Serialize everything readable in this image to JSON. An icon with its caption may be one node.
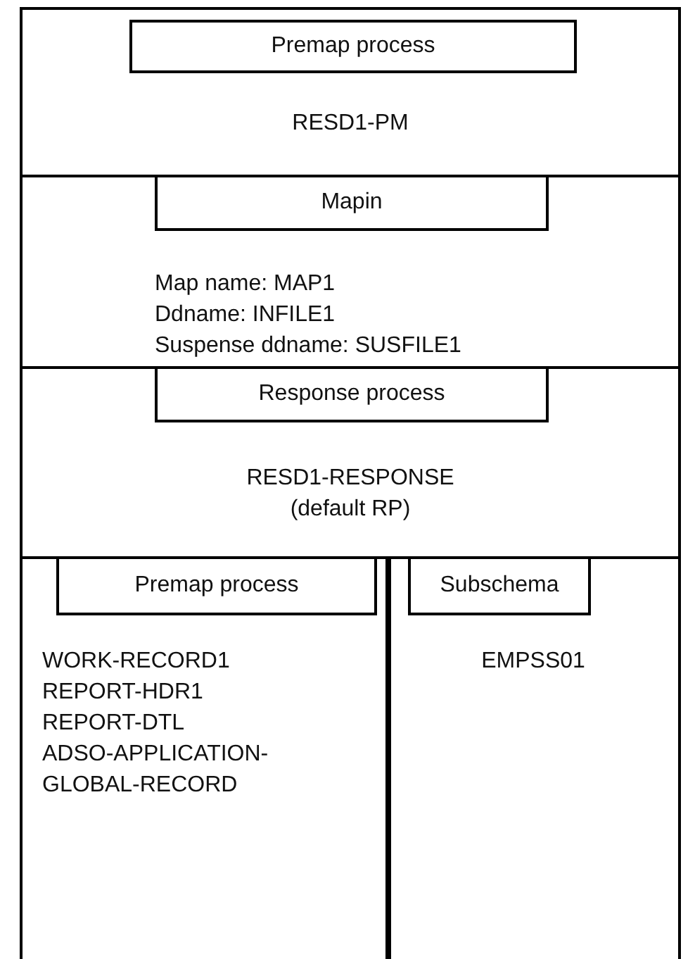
{
  "diagram": {
    "nodes": [
      {
        "text": [
          "RESD1-PM"
        ]
      },
      {
        "text": [
          "Premap process"
        ],
        "in": 0
      },
      {
        "text": [
          "Map name: MAP1",
          "Ddname: INFILE1",
          "Suspense ddname: SUSFILE1"
        ]
      },
      {
        "text": [
          "Mapin"
        ],
        "in": 2
      },
      {
        "text": [
          "RESD1-RESPONSE",
          "(default RP)"
        ]
      },
      {
        "text": [
          "Response process"
        ],
        "in": 4
      },
      {
        "text": [
          "WORK-RECORD1",
          "REPORT-HDR1",
          "REPORT-DTL",
          "ADSO-APPLICATION-GLOBAL-RECORD"
        ]
      },
      {
        "text": [
          "Premap process"
        ],
        "in": 6
      },
      {
        "text": [
          "EMPSS01"
        ]
      },
      {
        "text": [
          "Subschema"
        ],
        "in": 8
      }
    ]
  }
}
